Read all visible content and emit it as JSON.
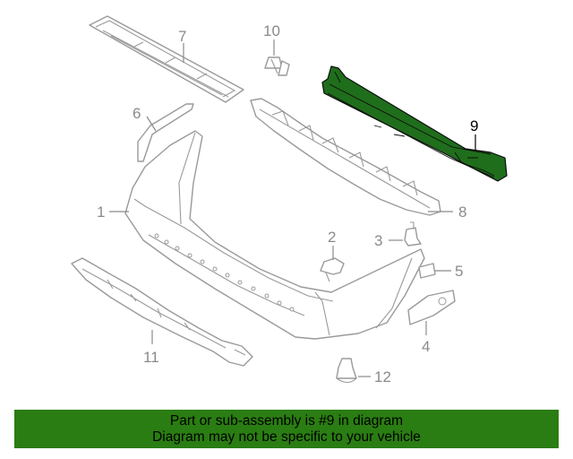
{
  "diagram": {
    "callouts": {
      "c1": "1",
      "c2": "2",
      "c3": "3",
      "c4": "4",
      "c5": "5",
      "c6": "6",
      "c7": "7",
      "c8": "8",
      "c9": "9",
      "c10": "10",
      "c11": "11",
      "c12": "12"
    },
    "highlighted_part": "9",
    "colors": {
      "highlight": "#1f6e1c",
      "banner": "#2a7d12",
      "line": "#9a9a9a"
    }
  },
  "banner": {
    "line1": "Part or sub-assembly is #9 in diagram",
    "line2": "Diagram may not be specific to your vehicle"
  }
}
